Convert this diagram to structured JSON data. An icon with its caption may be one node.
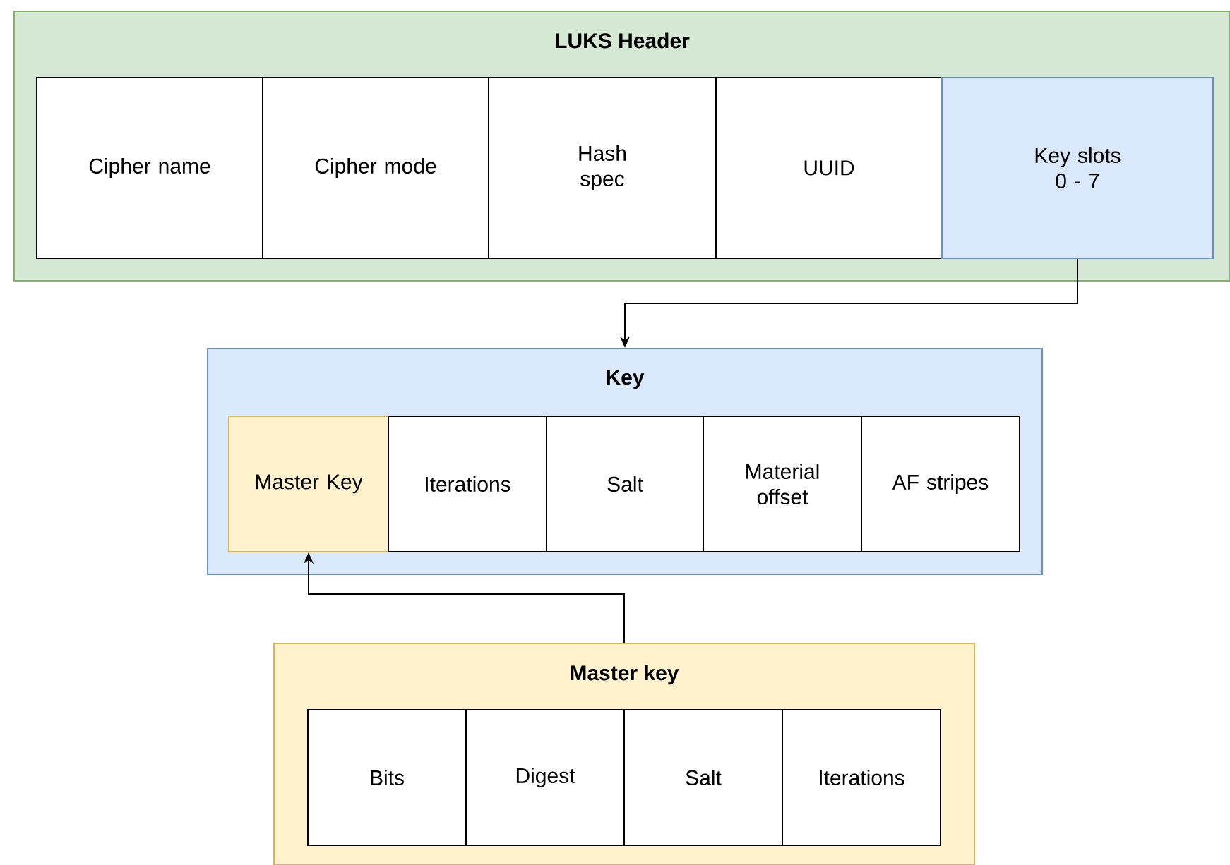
{
  "diagram": {
    "nodes": [
      {
        "text": [
          "LUKS Header"
        ]
      },
      {
        "text": [
          "Cipher name"
        ],
        "in": 0
      },
      {
        "text": [
          "Cipher mode"
        ],
        "in": 0
      },
      {
        "text": [
          "Hash spec"
        ],
        "in": 0
      },
      {
        "text": [
          "UUID"
        ],
        "in": 0
      },
      {
        "text": [
          "Key slots 0 - 7"
        ],
        "in": 0
      },
      {
        "text": [
          "Key"
        ]
      },
      {
        "text": [
          "Master Key"
        ],
        "in": 6
      },
      {
        "text": [
          "Iterations"
        ],
        "in": 6
      },
      {
        "text": [
          "Salt"
        ],
        "in": 6
      },
      {
        "text": [
          "Material offset"
        ],
        "in": 6
      },
      {
        "text": [
          "AF stripes"
        ],
        "in": 6
      },
      {
        "text": [
          "Master key"
        ]
      },
      {
        "text": [
          "Bits"
        ],
        "in": 12
      },
      {
        "text": [
          "Digest"
        ],
        "in": 12
      },
      {
        "text": [
          "Salt"
        ],
        "in": 12
      },
      {
        "text": [
          "Iterations"
        ],
        "in": 12
      }
    ],
    "edges": [
      {
        "from": 5,
        "to": 6,
        "arrow": "to"
      },
      {
        "from": 12,
        "to": 7,
        "arrow": "to"
      }
    ]
  }
}
